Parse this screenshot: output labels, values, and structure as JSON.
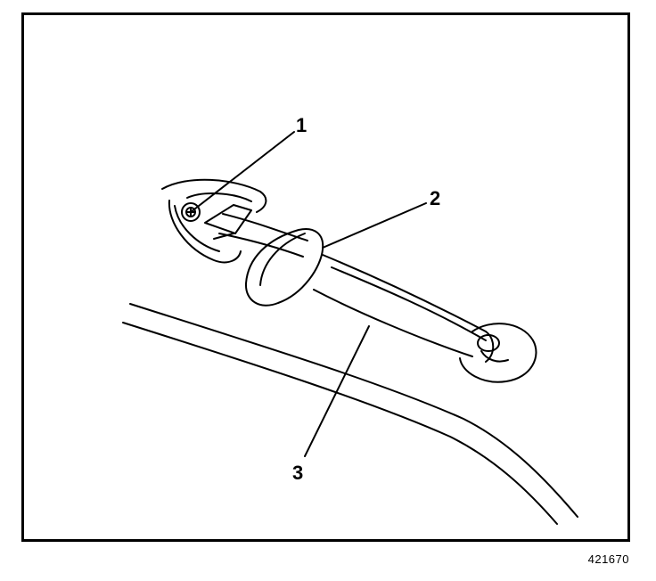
{
  "callouts": {
    "c1": "1",
    "c2": "2",
    "c3": "3"
  },
  "figure_number": "421670"
}
